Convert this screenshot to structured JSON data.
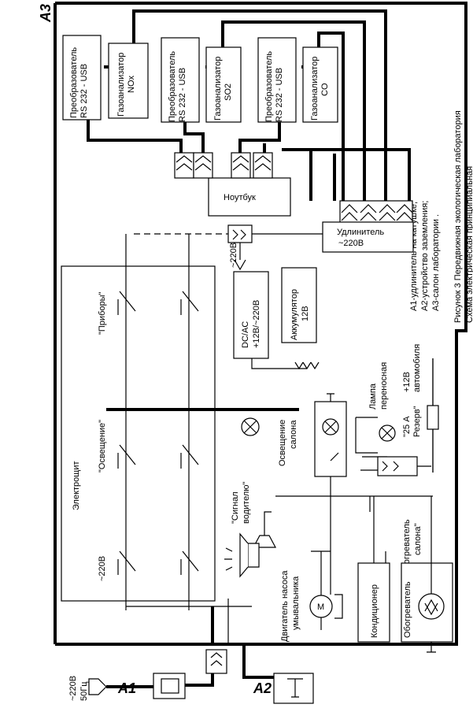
{
  "diagram": {
    "zone_label": "A3",
    "caption_line1": "Рисунок 3  Передвижная экологическая лаборатория",
    "caption_line2": "Схема электрическая принципиальная",
    "legend": [
      "A1-удлинитель на катушке;",
      "A2-устройство заземления;",
      "A3-салон лаборатории ."
    ],
    "converters": [
      "Преобразователь RS 232 - USB",
      "Преобразователь RS 232 - USB",
      "Преобразователь RS 232 - USB"
    ],
    "converter_line1": "Преобразователь",
    "converter_line2": "RS 232 - USB",
    "analyzer_title": "Газоанализатор",
    "analyzers": [
      "NOx",
      "SO2",
      "CO"
    ],
    "laptop": "Ноутбук",
    "extender_line1": "Удлинитель",
    "extender_line2": "~220В",
    "inverter_line1": "DC/AC",
    "inverter_line2": "+12В/~220В",
    "inverter_input": "~220В",
    "battery_line1": "Аккумулятор",
    "battery_line2": "12В",
    "panel": "Электрощит",
    "breaker_instruments": "\"Приборы\"",
    "breaker_lighting": "\"Освещение\"",
    "breaker_main": "~220В",
    "cabin_light_line1": "Освещение",
    "cabin_light_line2": "салона",
    "lamp_line1": "Лампа",
    "lamp_line2": "переносная",
    "fuse_line1": "\"25 А",
    "fuse_line2": "Резерв\"",
    "car_line1": "+12В",
    "car_line2": "автомобиля",
    "signal_line1": "\"Сигнал",
    "signal_line2": "водителю\"",
    "pump_line1": "Двигатель насоса",
    "pump_line2": "умывальника",
    "conditioner": "Кондиционер",
    "heater_line1": "\"Обогреватель",
    "heater_line2": "салона\"",
    "heater_device": "Обогреватель",
    "a1": "A1",
    "a2": "A2",
    "mains_line1": "~220В",
    "mains_line2": "50Гц",
    "motor": "M"
  }
}
